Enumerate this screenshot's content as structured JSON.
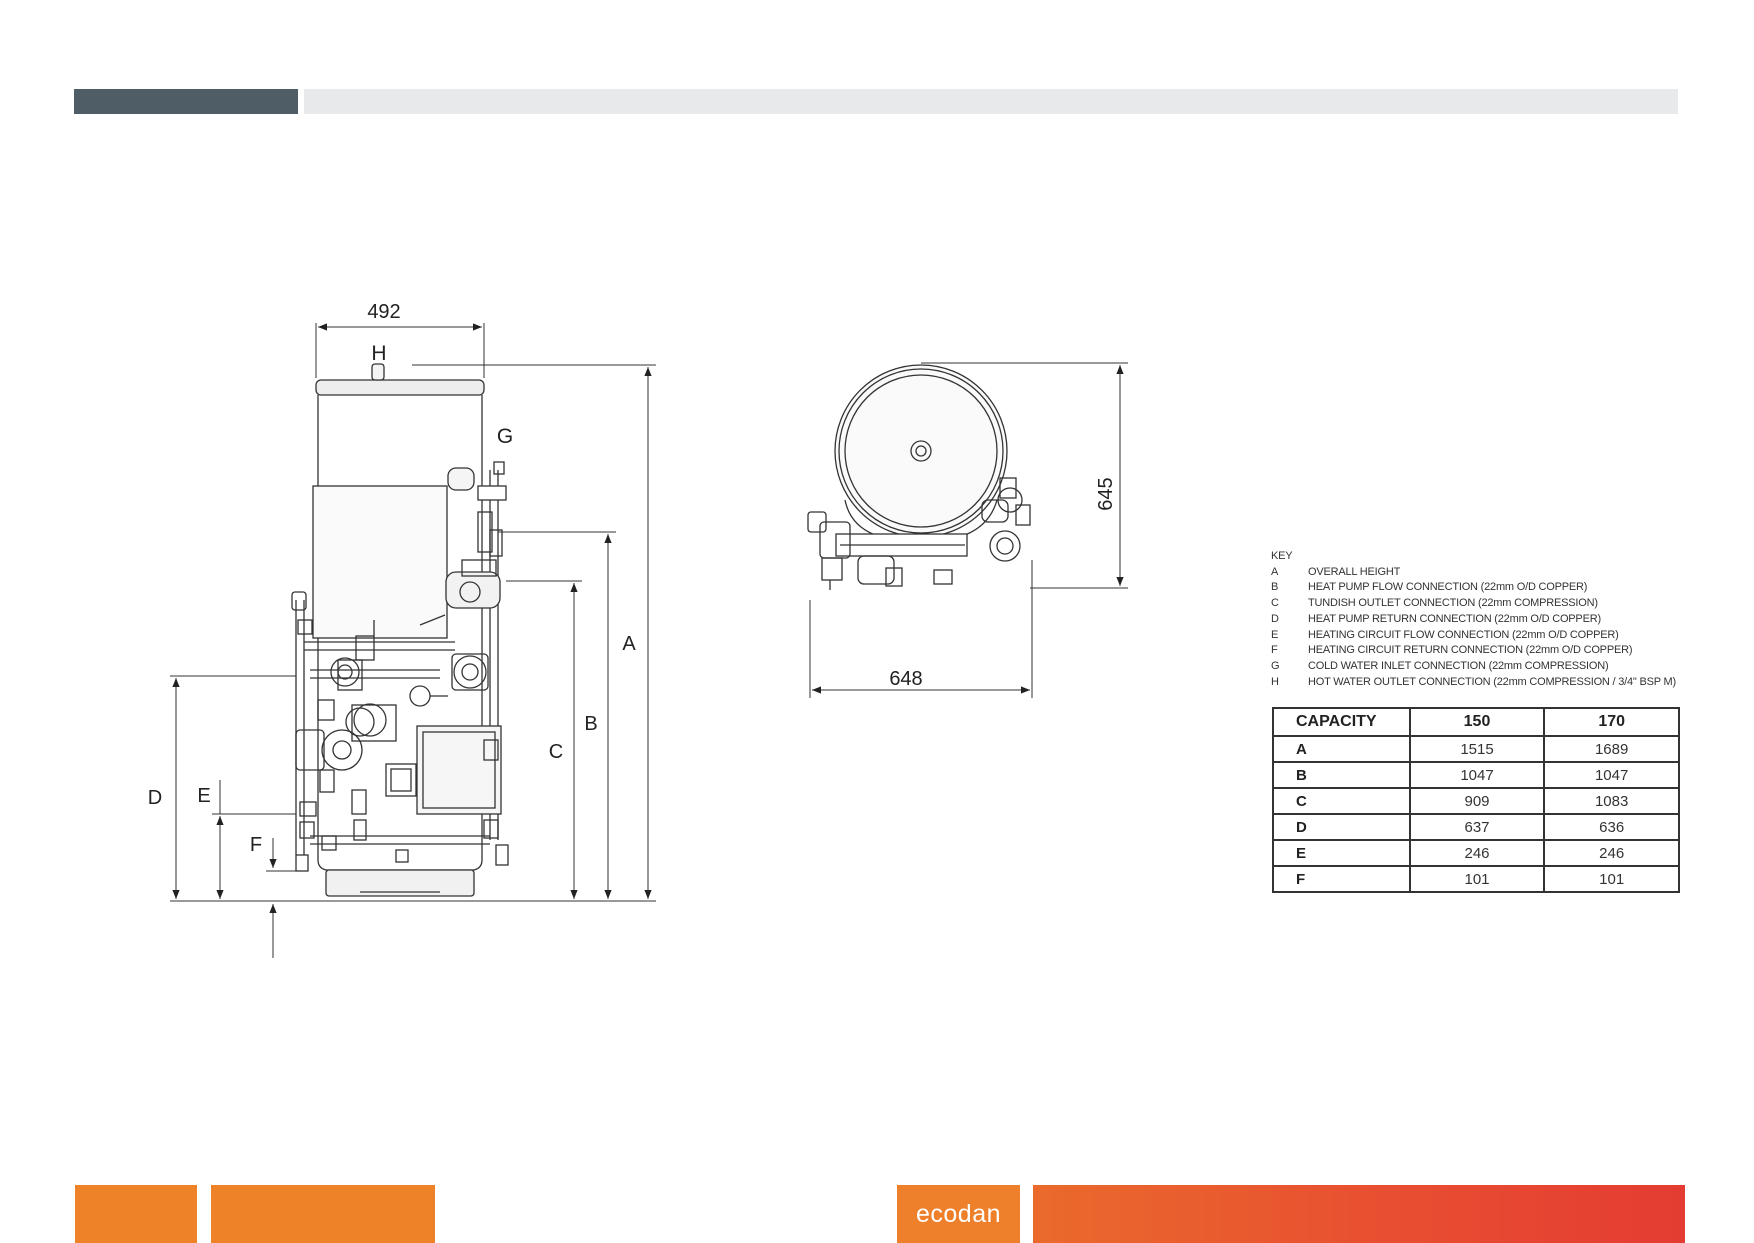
{
  "dimensions": {
    "width_492": "492",
    "h_label": "H",
    "g_label": "G",
    "a_label": "A",
    "b_label": "B",
    "c_label": "C",
    "d_label": "D",
    "e_label": "E",
    "f_label": "F",
    "depth_645": "645",
    "width_648": "648"
  },
  "key": {
    "title": "KEY",
    "items": [
      {
        "letter": "A",
        "text": "OVERALL HEIGHT"
      },
      {
        "letter": "B",
        "text": "HEAT PUMP FLOW CONNECTION (22mm O/D COPPER)"
      },
      {
        "letter": "C",
        "text": "TUNDISH OUTLET CONNECTION (22mm COMPRESSION)"
      },
      {
        "letter": "D",
        "text": "HEAT PUMP RETURN CONNECTION (22mm O/D COPPER)"
      },
      {
        "letter": "E",
        "text": "HEATING CIRCUIT FLOW CONNECTION (22mm O/D COPPER)"
      },
      {
        "letter": "F",
        "text": "HEATING CIRCUIT RETURN CONNECTION (22mm O/D COPPER)"
      },
      {
        "letter": "G",
        "text": "COLD WATER INLET CONNECTION (22mm COMPRESSION)"
      },
      {
        "letter": "H",
        "text": "HOT WATER OUTLET CONNECTION (22mm COMPRESSION / 3/4\" BSP M)"
      }
    ]
  },
  "capacity_table": {
    "header": [
      "CAPACITY",
      "150",
      "170"
    ],
    "rows": [
      [
        "A",
        "1515",
        "1689"
      ],
      [
        "B",
        "1047",
        "1047"
      ],
      [
        "C",
        "909",
        "1083"
      ],
      [
        "D",
        "637",
        "636"
      ],
      [
        "E",
        "246",
        "246"
      ],
      [
        "F",
        "101",
        "101"
      ]
    ]
  },
  "footer": {
    "brand": "ecodan"
  },
  "colors": {
    "header_dark": "#4e5d66",
    "header_light": "#e8e9eb",
    "footer_orange": "#ee8229",
    "footer_red": "#e43c32"
  }
}
